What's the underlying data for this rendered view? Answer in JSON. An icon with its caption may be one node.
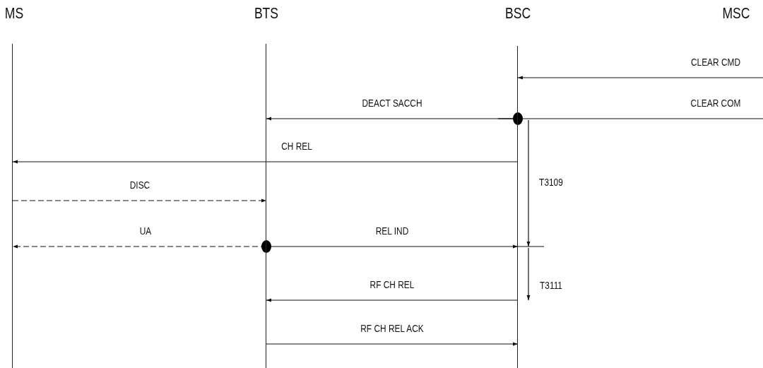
{
  "diagram": {
    "nodes": [
      {
        "text": [
          "MS"
        ]
      },
      {
        "text": [
          "BTS"
        ]
      },
      {
        "text": [
          "BSC"
        ]
      },
      {
        "text": [
          "MSC"
        ]
      }
    ],
    "edges": [
      {
        "from": null,
        "to": 2,
        "arrow": "to",
        "label": "CLEAR CMD"
      },
      {
        "from": 2,
        "to": null,
        "arrow": "none",
        "label": "CLEAR COM"
      },
      {
        "from": 2,
        "to": 1,
        "arrow": "to",
        "label": "DEACT SACCH"
      },
      {
        "from": 2,
        "to": 0,
        "arrow": "to",
        "label": "CH REL"
      },
      {
        "from": 0,
        "to": 1,
        "arrow": "to",
        "label": "DISC",
        "style": "dashed"
      },
      {
        "from": 1,
        "to": 0,
        "arrow": "to",
        "label": "UA",
        "style": "dashed"
      },
      {
        "from": 1,
        "to": 2,
        "arrow": "to",
        "label": "REL IND"
      },
      {
        "from": 2,
        "to": 1,
        "arrow": "to",
        "label": "RF CH REL"
      },
      {
        "from": 1,
        "to": 2,
        "arrow": "to",
        "label": "RF CH REL ACK"
      }
    ],
    "labels": [
      "T3109",
      "T3111"
    ]
  }
}
